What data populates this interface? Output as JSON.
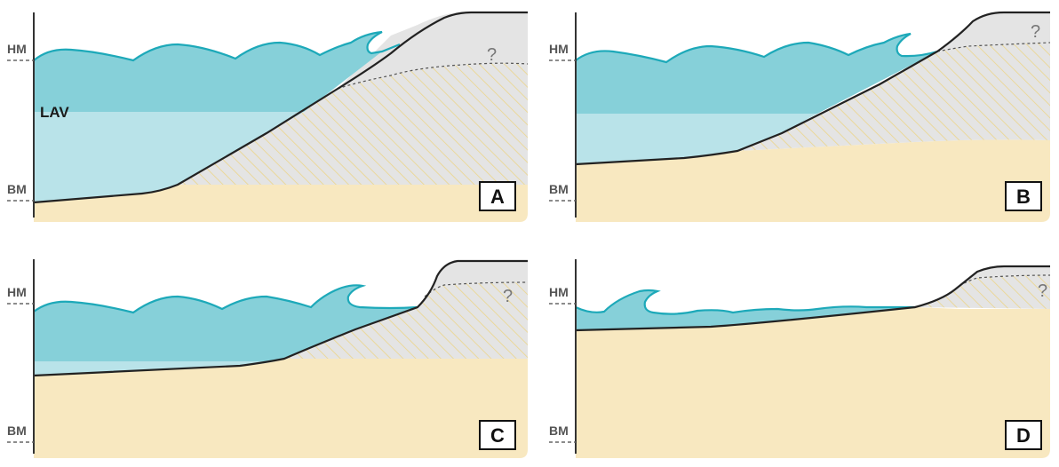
{
  "colors": {
    "sand": "#f8e8c0",
    "gray_fill": "#e4e4e4",
    "hatch": "#ecd58a",
    "water_dark": "#86d0d9",
    "water_light": "#b9e3e9",
    "wave_line": "#1da9b9",
    "profile_line": "#222222",
    "axis": "#333333"
  },
  "panels": [
    {
      "id": "A",
      "label": "A",
      "hm_label": "HM",
      "bm_label": "BM",
      "water_label": "LAV",
      "question_mark": "?"
    },
    {
      "id": "B",
      "label": "B",
      "hm_label": "HM",
      "bm_label": "BM",
      "question_mark": "?"
    },
    {
      "id": "C",
      "label": "C",
      "hm_label": "HM",
      "bm_label": "BM",
      "question_mark": "?"
    },
    {
      "id": "D",
      "label": "D",
      "hm_label": "HM",
      "bm_label": "BM",
      "question_mark": "?"
    }
  ]
}
